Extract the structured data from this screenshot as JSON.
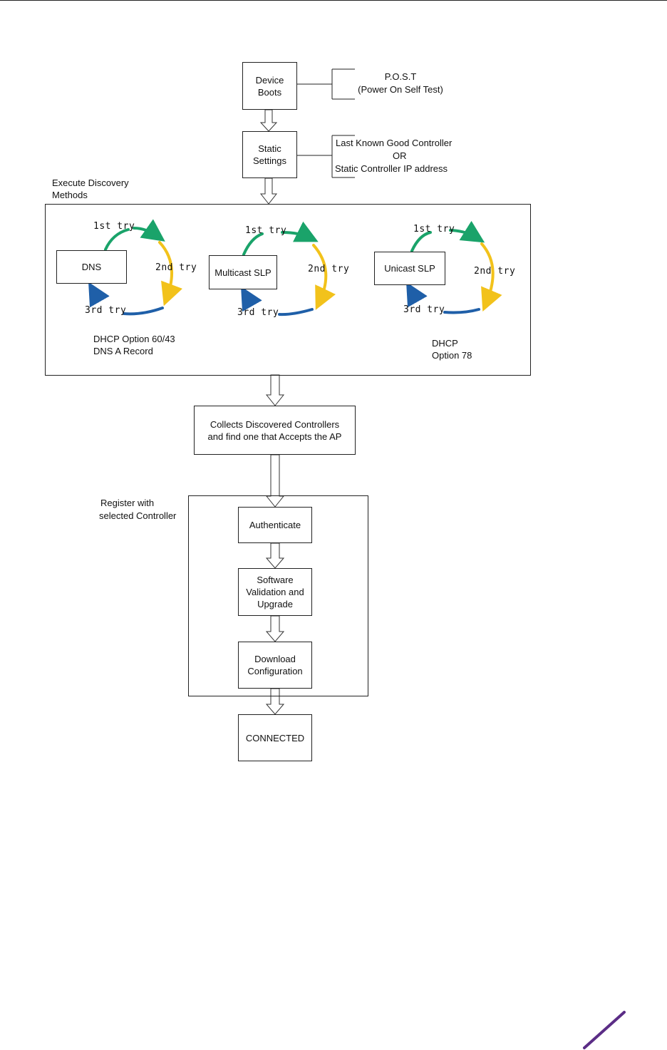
{
  "diagram": {
    "post_note": [
      "P.O.S.T",
      "(Power On Self Test)"
    ],
    "static_note": [
      "Last Known Good Controller",
      "OR",
      "Static Controller IP address"
    ],
    "discovery_label": [
      "Execute Discovery",
      "Methods"
    ],
    "steps": {
      "device_boots": "Device\nBoots",
      "static_settings": "Static\nSettings",
      "collects": "Collects Discovered Controllers\nand find one that Accepts the AP",
      "authenticate": "Authenticate",
      "software": "Software\nValidation and\nUpgrade",
      "download": "Download\nConfiguration",
      "connected": "CONNECTED"
    },
    "methods": [
      {
        "name": "DNS",
        "note": "DHCP Option 60/43\nDNS A Record"
      },
      {
        "name": "Multicast SLP",
        "note": ""
      },
      {
        "name": "Unicast SLP",
        "note": "DHCP\nOption 78"
      }
    ],
    "tries": {
      "first": "1st try",
      "second": "2nd try",
      "third": "3rd try"
    },
    "register_label": [
      "Register with",
      "selected Controller"
    ],
    "colors": {
      "first": "#1aa36a",
      "second": "#f2c21b",
      "third": "#1f5fa8",
      "slash": "#5b2d86"
    }
  }
}
